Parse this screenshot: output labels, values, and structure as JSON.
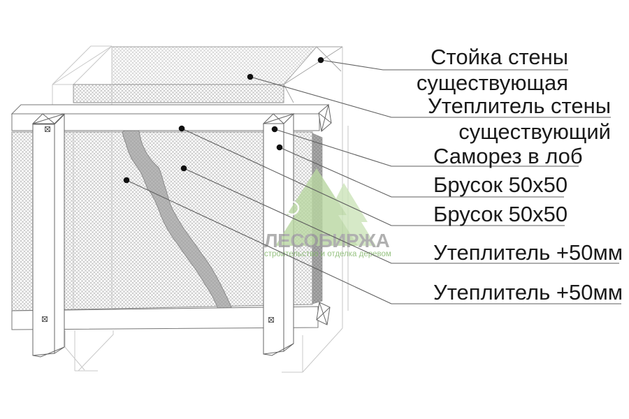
{
  "watermark": {
    "brand": "ЛЕСОБИРЖА",
    "tagline": "строительство и отделка деревом",
    "brand_color": "#9d9d9d",
    "tagline_color": "#7fb565",
    "tree_color": "#b9d7a1"
  },
  "diagram": {
    "kind": "wall insulation cross-section drawing",
    "hatch_line_color": "#b0b0b0",
    "outline_color": "#666666",
    "ghost_line_color": "#c8c8c8",
    "membrane_color": "#b8b8b8"
  },
  "annotations": [
    {
      "lines": [
        "Стойка стены",
        "существующая"
      ]
    },
    {
      "lines": [
        "Утеплитель стены",
        "существующий"
      ]
    },
    {
      "lines": [
        "Саморез в лоб"
      ]
    },
    {
      "lines": [
        "Брусок 50x50"
      ]
    },
    {
      "lines": [
        "Брусок 50x50"
      ]
    },
    {
      "lines": [
        "Утеплитель +50мм"
      ]
    },
    {
      "lines": [
        "Утеплитель +50мм"
      ]
    }
  ]
}
